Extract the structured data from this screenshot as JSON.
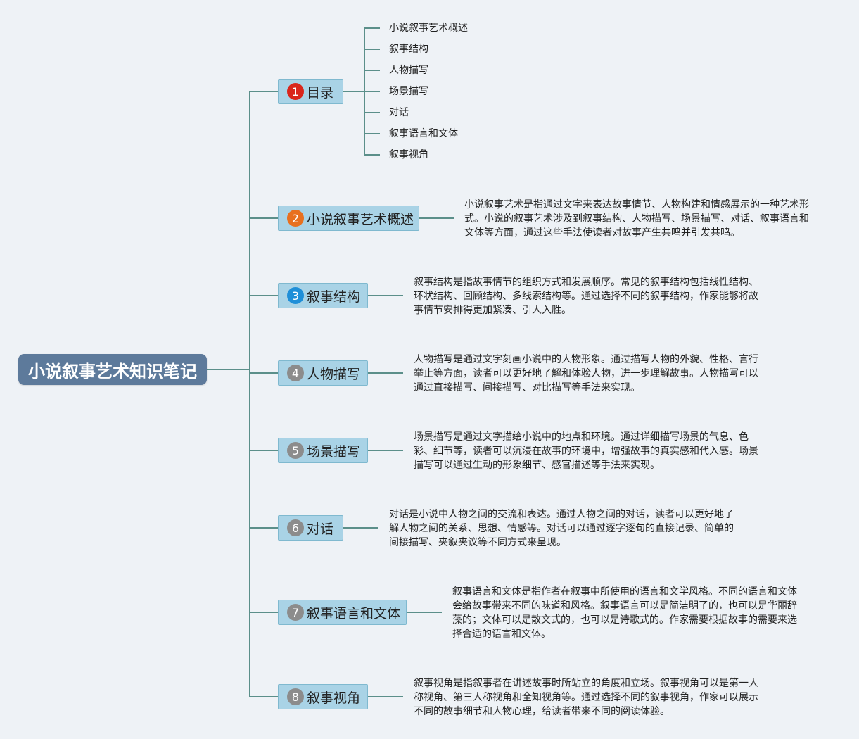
{
  "root": {
    "title": "小说叙事艺术知识笔记"
  },
  "colors": {
    "connector": "#5b8f8a",
    "root_fill": "#5d7a9b",
    "branch_fill": "#a9d3e6",
    "badge_1": "#d9261c",
    "badge_2": "#e8701f",
    "badge_3": "#1f8fd8",
    "badge_other": "#8c8c8c"
  },
  "branches": [
    {
      "badge": "1",
      "label": "目录",
      "items": [
        "小说叙事艺术概述",
        "叙事结构",
        "人物描写",
        "场景描写",
        "对话",
        "叙事语言和文体",
        "叙事视角"
      ]
    },
    {
      "badge": "2",
      "label": "小说叙事艺术概述",
      "desc": [
        "小说叙事艺术是指通过文字来表达故事情节、人物构建和情感展示的一种艺术形",
        "式。小说的叙事艺术涉及到叙事结构、人物描写、场景描写、对话、叙事语言和",
        "文体等方面，通过这些手法使读者对故事产生共鸣并引发共鸣。"
      ]
    },
    {
      "badge": "3",
      "label": "叙事结构",
      "desc": [
        "叙事结构是指故事情节的组织方式和发展顺序。常见的叙事结构包括线性结构、",
        "环状结构、回顾结构、多线索结构等。通过选择不同的叙事结构，作家能够将故",
        "事情节安排得更加紧凑、引人入胜。"
      ]
    },
    {
      "badge": "4",
      "label": "人物描写",
      "desc": [
        "人物描写是通过文字刻画小说中的人物形象。通过描写人物的外貌、性格、言行",
        "举止等方面，读者可以更好地了解和体验人物，进一步理解故事。人物描写可以",
        "通过直接描写、间接描写、对比描写等手法来实现。"
      ]
    },
    {
      "badge": "5",
      "label": "场景描写",
      "desc": [
        "场景描写是通过文字描绘小说中的地点和环境。通过详细描写场景的气息、色",
        "彩、细节等，读者可以沉浸在故事的环境中，增强故事的真实感和代入感。场景",
        "描写可以通过生动的形象细节、感官描述等手法来实现。"
      ]
    },
    {
      "badge": "6",
      "label": "对话",
      "desc": [
        "对话是小说中人物之间的交流和表达。通过人物之间的对话，读者可以更好地了",
        "解人物之间的关系、思想、情感等。对话可以通过逐字逐句的直接记录、简单的",
        "间接描写、夹叙夹议等不同方式来呈现。"
      ]
    },
    {
      "badge": "7",
      "label": "叙事语言和文体",
      "desc": [
        "叙事语言和文体是指作者在叙事中所使用的语言和文学风格。不同的语言和文体",
        "会给故事带来不同的味道和风格。叙事语言可以是简洁明了的，也可以是华丽辞",
        "藻的；文体可以是散文式的，也可以是诗歌式的。作家需要根据故事的需要来选",
        "择合适的语言和文体。"
      ]
    },
    {
      "badge": "8",
      "label": "叙事视角",
      "desc": [
        "叙事视角是指叙事者在讲述故事时所站立的角度和立场。叙事视角可以是第一人",
        "称视角、第三人称视角和全知视角等。通过选择不同的叙事视角，作家可以展示",
        "不同的故事细节和人物心理，给读者带来不同的阅读体验。"
      ]
    }
  ]
}
